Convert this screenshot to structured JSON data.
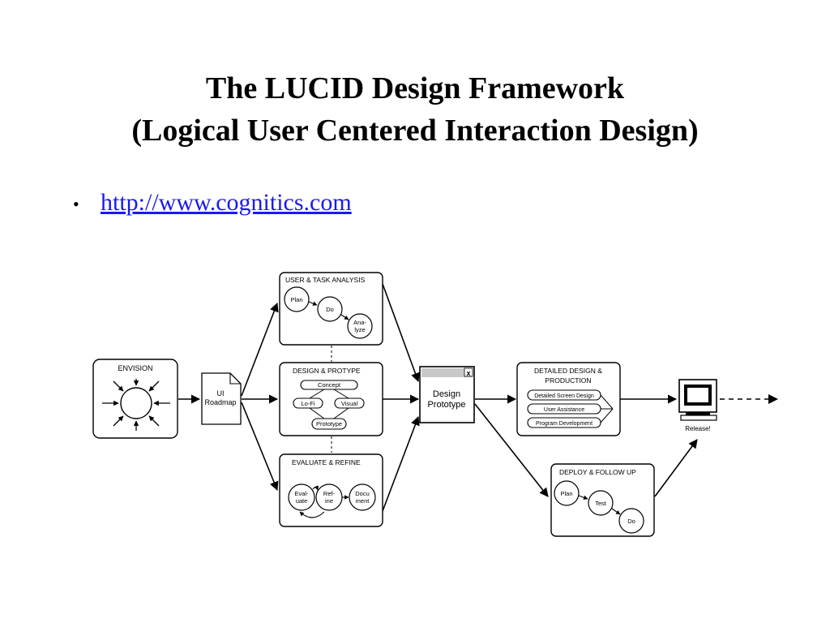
{
  "slide": {
    "title_line1": "The LUCID Design Framework",
    "title_line2": "(Logical User Centered Interaction Design)",
    "bullet_char": "•",
    "link_text": "http://www.cognitics.com"
  },
  "diagram": {
    "envision": {
      "title": "ENVISION"
    },
    "roadmap": {
      "line1": "UI",
      "line2": "Roadmap"
    },
    "user_task": {
      "title": "USER & TASK ANALYSIS",
      "plan": "Plan",
      "do": "Do",
      "analyze1": "Ana-",
      "analyze2": "lyze"
    },
    "design_protype": {
      "title": "DESIGN & PROTYPE",
      "concept": "Concept",
      "lofi": "Lo-Fi",
      "visual": "Visual",
      "prototype": "Prototype"
    },
    "evaluate": {
      "title": "EVALUATE & REFINE",
      "eval1": "Eval-",
      "eval2": "uate",
      "refine1": "Ref-",
      "refine2": "ine",
      "doc1": "Docu",
      "doc2": "ment"
    },
    "design_prototype_window": {
      "close": "x",
      "line1": "Design",
      "line2": "Prototype"
    },
    "detailed": {
      "title1": "DETAILED DESIGN &",
      "title2": "PRODUCTION",
      "item1": "Detailed Screen Design",
      "item2": "User Assistance",
      "item3": "Program Development"
    },
    "release": {
      "label": "Release!"
    },
    "deploy": {
      "title": "DEPLOY & FOLLOW UP",
      "plan": "Plan",
      "test": "Test",
      "do": "Do"
    }
  }
}
